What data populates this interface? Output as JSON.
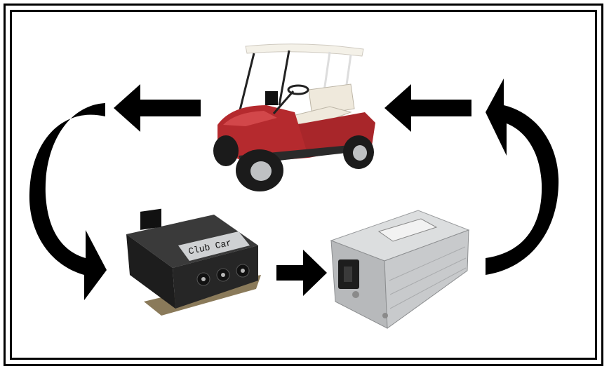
{
  "diagram": {
    "nodes": [
      {
        "id": "golf-cart",
        "depicts": "golf-cart-image"
      },
      {
        "id": "club-car-controller",
        "depicts": "controller-image",
        "label": "Club Car"
      },
      {
        "id": "aluminum-controller",
        "depicts": "controller-image"
      }
    ],
    "flow": [
      {
        "from": "golf-cart",
        "to": "club-car-controller"
      },
      {
        "from": "club-car-controller",
        "to": "aluminum-controller"
      },
      {
        "from": "aluminum-controller",
        "to": "golf-cart"
      }
    ],
    "colors": {
      "arrow": "#000000",
      "cart_body": "#b52a2e",
      "cart_roof": "#f4f1e8",
      "seat": "#efe9dc",
      "controller_black": "#1d1d1d",
      "aluminum": "#c8cacc"
    }
  }
}
